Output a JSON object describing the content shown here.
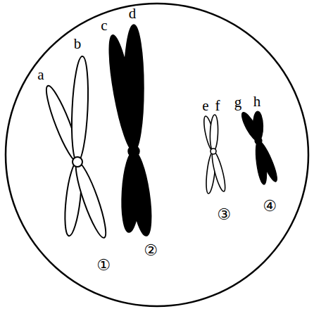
{
  "diagram": {
    "labels": [
      "a",
      "b",
      "c",
      "d",
      "e",
      "f",
      "g",
      "h",
      "①",
      "②",
      "③",
      "④"
    ]
  }
}
